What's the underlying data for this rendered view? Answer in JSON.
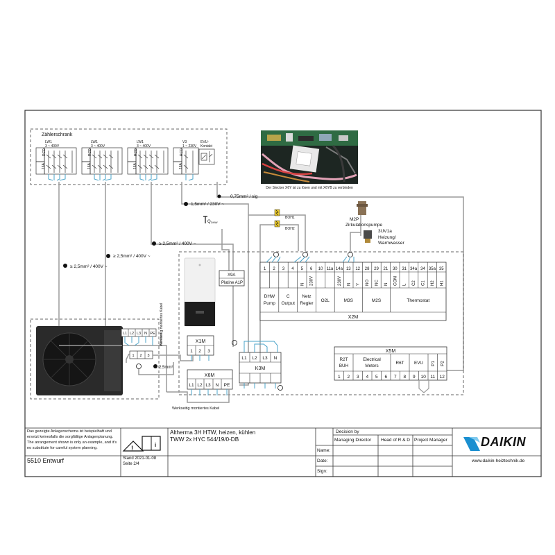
{
  "cabinet": {
    "title": "Zählerschrank"
  },
  "breakers": [
    {
      "name": "LW1",
      "spec": "3 ~ 400V",
      "rcd": "RCD",
      "amp": "16A"
    },
    {
      "name": "LW1",
      "spec": "3 ~ 400V",
      "rcd": "RCD",
      "amp": "16A"
    },
    {
      "name": "LW1",
      "spec": "3 ~ 400V",
      "rcd": "RCD",
      "amp": "16A"
    },
    {
      "name": "V3",
      "spec": "1 ~ 230V",
      "rcd": "RCD",
      "amp": "16A"
    }
  ],
  "evu": {
    "line1": "EVU-",
    "line2": "Kontakt"
  },
  "term_letters": [
    "L1",
    "L2",
    "L3",
    "N",
    "PE"
  ],
  "photo_caption": "Der Stecker X6Y ist zu lösen und mit X6YB zu verbinden",
  "cables": {
    "sig": "0,75mm² / sig",
    "c1": "1,5mm² / 230V ~",
    "c2": "≥ 2,5mm² / 400V ~",
    "c3": "≥ 2,5mm² / 400V ~",
    "c4": "≥ 2,5mm² / 400V ~",
    "small": "2,5mm²"
  },
  "qdhw": "Q",
  "qdhw_sub": "DHW",
  "boh1": "BOH1",
  "boh2": "BOH2",
  "m2p": {
    "name": "M2P",
    "label": "Zirkulationspumpe"
  },
  "valve": {
    "name": "3UV1a",
    "line1": "Heizung/",
    "line2": "Warmwasser"
  },
  "x9a": {
    "name": "X9A",
    "label": "Platine A1P"
  },
  "x2m": {
    "label": "X2M",
    "terminals": [
      "1",
      "2",
      "3",
      "4",
      "5",
      "6",
      "10",
      "11a",
      "14a",
      "13",
      "12",
      "28",
      "29",
      "21",
      "30",
      "31",
      "34a",
      "34",
      "35a",
      "35"
    ],
    "rotated": [
      "",
      "",
      "",
      "",
      "N",
      "230V",
      "",
      "",
      "230V",
      "N",
      "Y",
      "NO",
      "NC",
      "N",
      "COM",
      "L",
      "C2",
      "C1",
      "H2",
      "H1"
    ],
    "groups": [
      {
        "l1": "DHW",
        "l2": "Pump"
      },
      {
        "l1": "C",
        "l2": "Output"
      },
      {
        "l1": "Netz",
        "l2": "Regler"
      },
      {
        "l1": "O2L",
        "l2": ""
      },
      {
        "l1": "M3S",
        "l2": ""
      },
      {
        "l1": "M2S",
        "l2": ""
      },
      {
        "l1": "Thermostat",
        "l2": ""
      }
    ]
  },
  "x1m": {
    "label": "X1M",
    "terminals": [
      "1",
      "2",
      "3"
    ]
  },
  "x6m": {
    "label": "X6M",
    "terminals": [
      "L1",
      "L2",
      "L3",
      "N",
      "PE"
    ]
  },
  "k3m": {
    "label": "K3M",
    "terminals": [
      "L1",
      "L2",
      "L3",
      "N"
    ]
  },
  "x5m": {
    "label": "X5M",
    "groups": [
      "R2T BUH",
      "Electrical Meters",
      "R6T",
      "EVU",
      "P1",
      "P2"
    ],
    "terminals": [
      "1",
      "2",
      "3",
      "4",
      "5",
      "6",
      "7",
      "8",
      "9",
      "10",
      "11",
      "12"
    ]
  },
  "outdoor_terms": [
    "L1",
    "L2",
    "L3",
    "N",
    "PE"
  ],
  "outdoor_x1": [
    "1",
    "2",
    "3"
  ],
  "factory_cable_1": "Werkseitig montiertes Kabel",
  "factory_cable_2": "Werkseitig montiertes Kabel",
  "footer": {
    "disclaimer_de": "Das gezeigte Anlagenschema ist beispielhaft und ersetzt keinesfalls die sorgfältige Anlagenplanung.",
    "disclaimer_en": "The arrangement shown is only an example, and it's no substitute for careful system planning.",
    "doc_id": "5510 Entwurf",
    "title1": "Altherma 3H HTW, heizen, kühlen",
    "title2": "TWW 2x HYC 544/19/0-DB",
    "stand": "Stand 2021-01-08",
    "seite": "Seite 2/4",
    "decision_by": "Decision by",
    "roles": [
      "Managing Director",
      "Head of R & D",
      "Project Manager"
    ],
    "rows": [
      "Name:",
      "Date:",
      "Sign:"
    ],
    "brand": "DAIKIN",
    "website": "www.daikin-heiztechnik.de"
  }
}
